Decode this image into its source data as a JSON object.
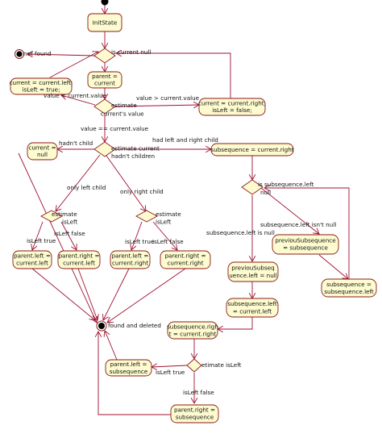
{
  "colors": {
    "node_fill": "#fdfbcf",
    "node_stroke": "#8b1a1a",
    "edge": "#a01030",
    "text": "#111111",
    "terminal": "#000000"
  },
  "nodes": {
    "init": "InitState",
    "parent_current": [
      "parent =",
      "current"
    ],
    "go_left": [
      "current = current.left;",
      "isLeft = true;"
    ],
    "go_right": [
      "current = current.right;",
      "isLeft = false;"
    ],
    "current_null": [
      "current =",
      "null"
    ],
    "subseq_right": "subsequence = current.right",
    "prev_subseq": [
      "previouSubsequence",
      "= subsequence"
    ],
    "subseq_left": [
      "subsequence =",
      "subsequence.left"
    ],
    "prev_left_null": [
      "previouSubseq",
      "uence.left = null"
    ],
    "subseq_left_current": [
      "subsequence.left",
      "= current.left"
    ],
    "subseq_right_current": [
      "subsequence.righ",
      "t = current.right"
    ],
    "pl_current_left": [
      "parent.left =",
      "current.left"
    ],
    "pr_current_left": [
      "parent.right =",
      "current.left"
    ],
    "pl_current_right": [
      "parent.left =",
      "current.right"
    ],
    "pr_current_right": [
      "parent.right =",
      "current.right"
    ],
    "pl_subseq": [
      "parent.left =",
      "subsequence"
    ],
    "pr_subseq": [
      "parent.right =",
      "subsequence"
    ]
  },
  "labels": {
    "not_found": "not found",
    "is_current_null": "is current null",
    "value_lt": "value < current.value",
    "value_gt": "value > current.value",
    "estimate_value": [
      "estimate",
      "current's value"
    ],
    "value_eq": "value == current.value",
    "hadnt_child": "hadn't child",
    "had_both": "had left and right child",
    "estimate_children": [
      "estimate current",
      "hadn't children"
    ],
    "only_left": "only left child",
    "only_right": "only right child",
    "estimate_isleft": [
      "estimate",
      "isLeft"
    ],
    "isleft_true": "isLeft true",
    "isleft_false": "isLeft false",
    "is_subseq_left_null": [
      "is subsequence.left",
      "null"
    ],
    "subseq_left_not_null": "subsequence.left isn't null",
    "subseq_left_is_null": "subsequence.left is null",
    "found_deleted": "found and deleted",
    "estimate_isleft_inline": "etimate isLeft"
  }
}
